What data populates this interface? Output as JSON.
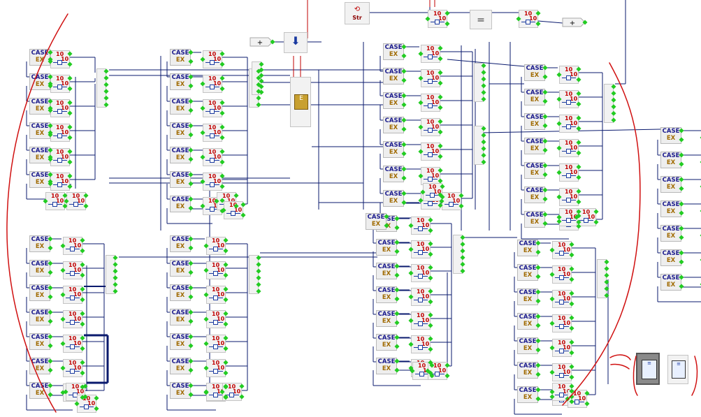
{
  "diagram": {
    "case_title": "CASE",
    "case_sub": "EX",
    "num_top": "10",
    "num_bottom": "10",
    "str_label": "Str",
    "plus_label": "+",
    "equals_label": "=",
    "pen_color": "#d01010",
    "wire_color": "#0a1a6e",
    "connector_color": "#22cc22"
  }
}
